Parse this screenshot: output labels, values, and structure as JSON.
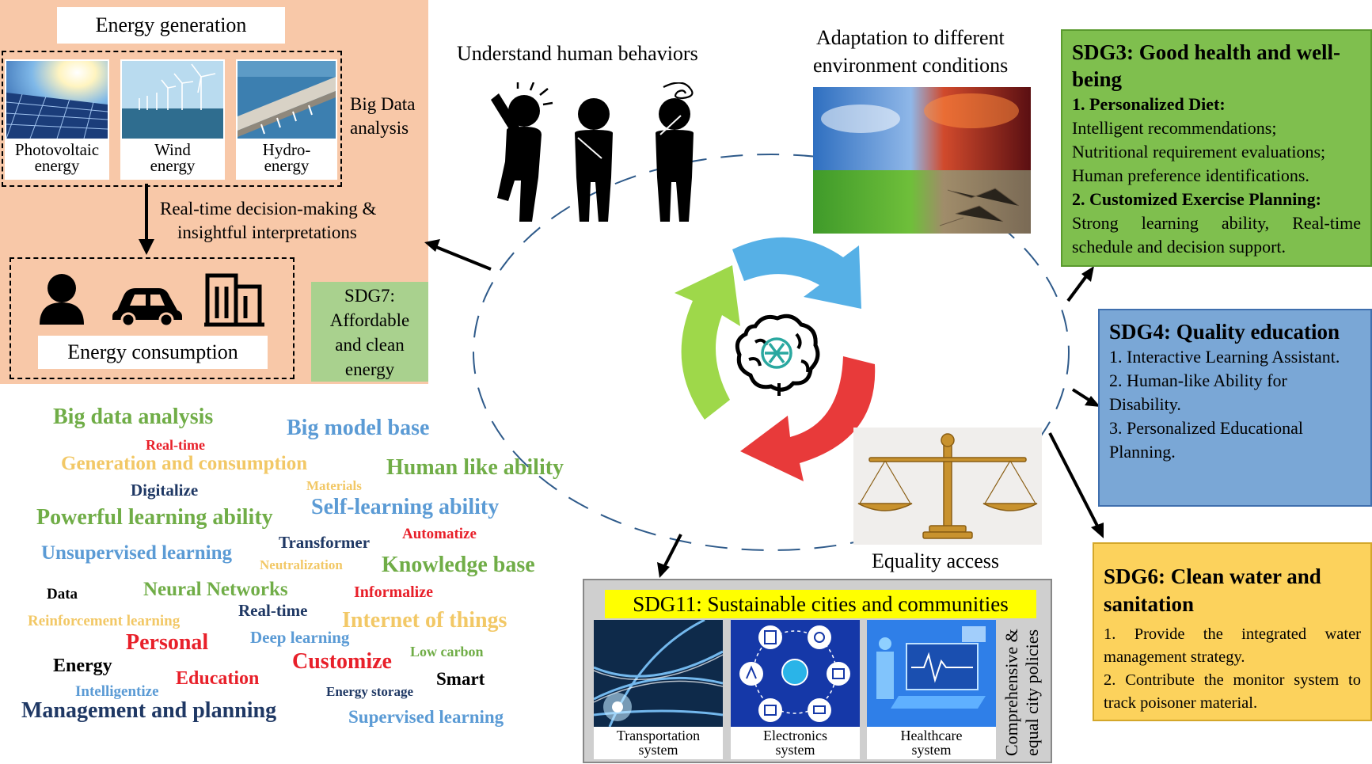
{
  "energy": {
    "title": "Energy generation",
    "sources": [
      {
        "label1": "Photovoltaic",
        "label2": "energy"
      },
      {
        "label1": "Wind",
        "label2": "energy"
      },
      {
        "label1": "Hydro-",
        "label2": "energy"
      }
    ],
    "big_data_line1": "Big Data",
    "big_data_line2": "analysis",
    "decision_line1": "Real-time decision-making &",
    "decision_line2": "insightful interpretations",
    "consumption_label": "Energy consumption",
    "sdg7": [
      "SDG7:",
      "Affordable",
      "and clean",
      "energy"
    ]
  },
  "center": {
    "behaviors_label": "Understand human behaviors",
    "adaptation_line1": "Adaptation to different",
    "adaptation_line2": "environment conditions",
    "equality_label": "Equality access"
  },
  "sdg3": {
    "title": "SDG3: Good health and well-being",
    "h1": "1. Personalized Diet:",
    "l1": "Intelligent recommendations;",
    "l2": "Nutritional requirement evaluations;",
    "l3": "Human preference identifications.",
    "h2": "2. Customized Exercise Planning:",
    "l4": "Strong learning ability, Real-time schedule and decision support."
  },
  "sdg4": {
    "title": "SDG4: Quality education",
    "l1": "1. Interactive Learning Assistant.",
    "l2": "2. Human-like Ability for Disability.",
    "l3": "3. Personalized Educational Planning."
  },
  "sdg6": {
    "title": "SDG6: Clean water and sanitation",
    "l1": "1. Provide the integrated water management strategy.",
    "l2": "2. Contribute the monitor system to track poisoner material."
  },
  "sdg11": {
    "title": "SDG11: Sustainable cities and communities",
    "tiles": [
      {
        "line1": "Transportation",
        "line2": "system"
      },
      {
        "line1": "Electronics",
        "line2": "system"
      },
      {
        "line1": "Healthcare",
        "line2": "system"
      }
    ],
    "vertical_line1": "Comprehensive &",
    "vertical_line2": "equal city policies"
  },
  "wordcloud": [
    {
      "text": "Big data analysis",
      "color": "#70ad47"
    },
    {
      "text": "Real-time",
      "color": "#e8202a"
    },
    {
      "text": "Big model base",
      "color": "#5b9bd5"
    },
    {
      "text": "Generation and consumption",
      "color": "#f2c866"
    },
    {
      "text": "Human like ability",
      "color": "#70ad47"
    },
    {
      "text": "Digitalize",
      "color": "#1f3864"
    },
    {
      "text": "Materials",
      "color": "#f2c866"
    },
    {
      "text": "Self-learning ability",
      "color": "#5b9bd5"
    },
    {
      "text": "Powerful learning ability",
      "color": "#70ad47"
    },
    {
      "text": "Transformer",
      "color": "#1f3864"
    },
    {
      "text": "Automatize",
      "color": "#e8202a"
    },
    {
      "text": "Unsupervised learning",
      "color": "#5b9bd5"
    },
    {
      "text": "Neutralization",
      "color": "#f2c866"
    },
    {
      "text": "Knowledge base",
      "color": "#70ad47"
    },
    {
      "text": "Data",
      "color": "#000000"
    },
    {
      "text": "Neural Networks",
      "color": "#70ad47"
    },
    {
      "text": "Informalize",
      "color": "#e8202a"
    },
    {
      "text": "Real-time",
      "color": "#1f3864"
    },
    {
      "text": "Reinforcement learning",
      "color": "#f2c866"
    },
    {
      "text": "Internet of things",
      "color": "#f2c866"
    },
    {
      "text": "Deep learning",
      "color": "#5b9bd5"
    },
    {
      "text": "Personal",
      "color": "#e8202a"
    },
    {
      "text": "Low carbon",
      "color": "#70ad47"
    },
    {
      "text": "Energy",
      "color": "#000000"
    },
    {
      "text": "Customize",
      "color": "#e8202a"
    },
    {
      "text": "Education",
      "color": "#e8202a"
    },
    {
      "text": "Smart",
      "color": "#000000"
    },
    {
      "text": "Intelligentize",
      "color": "#5b9bd5"
    },
    {
      "text": "Energy storage",
      "color": "#1f3864"
    },
    {
      "text": "Management and planning",
      "color": "#1f3864"
    },
    {
      "text": "Supervised learning",
      "color": "#5b9bd5"
    }
  ]
}
